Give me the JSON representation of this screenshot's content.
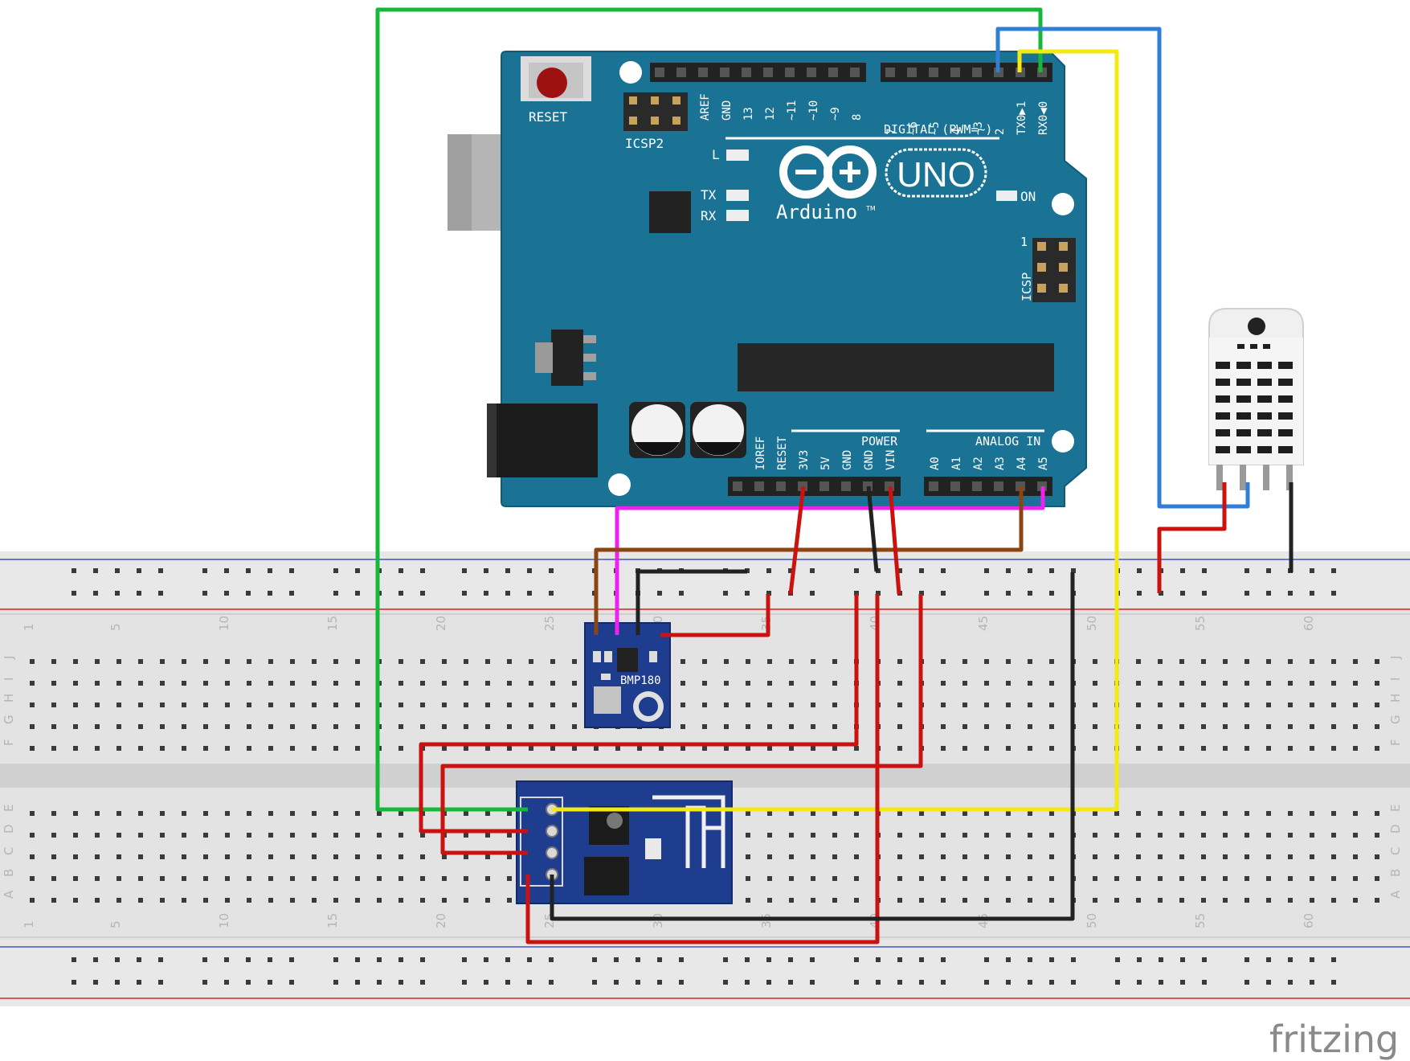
{
  "arduino": {
    "reset_label": "RESET",
    "icsp2_label": "ICSP2",
    "icsp_label": "ICSP",
    "icsp_pin1": "1",
    "digital_label": "DIGITAL (PWM=~)",
    "logo_text": "UNO",
    "brand_text": "Arduino",
    "tm": "TM",
    "led_l": "L",
    "led_tx": "TX",
    "led_rx": "RX",
    "on_label": "ON",
    "power_label": "POWER",
    "analog_label": "ANALOG IN",
    "top_pins_left": [
      "AREF",
      "GND",
      "13",
      "12",
      "~11",
      "~10",
      "~9",
      "8"
    ],
    "top_pins_right": [
      "7",
      "~6",
      "~5",
      "4",
      "~3",
      "2",
      "TX0▶1",
      "RX0◀0"
    ],
    "power_pins": [
      "IOREF",
      "RESET",
      "3V3",
      "5V",
      "GND",
      "GND",
      "VIN"
    ],
    "analog_pins": [
      "A0",
      "A1",
      "A2",
      "A3",
      "A4",
      "A5"
    ]
  },
  "bmp180": {
    "label": "BMP180"
  },
  "breadboard": {
    "column_numbers": [
      "1",
      "5",
      "10",
      "15",
      "20",
      "25",
      "30",
      "35",
      "40",
      "45",
      "50",
      "55",
      "60"
    ],
    "rows_top": [
      "J",
      "I",
      "H",
      "G",
      "F"
    ],
    "rows_bottom": [
      "E",
      "D",
      "C",
      "B",
      "A"
    ]
  },
  "watermark": "fritzing",
  "colors": {
    "board_teal": "#1a7394",
    "breadboard": "#e1e1e1",
    "wire_green": "#17b83a",
    "wire_blue": "#2f7fd8",
    "wire_yellow": "#f2ea12",
    "wire_red": "#cc1111",
    "wire_black": "#222222",
    "wire_magenta": "#ee22ee",
    "wire_brown": "#8b4513"
  }
}
